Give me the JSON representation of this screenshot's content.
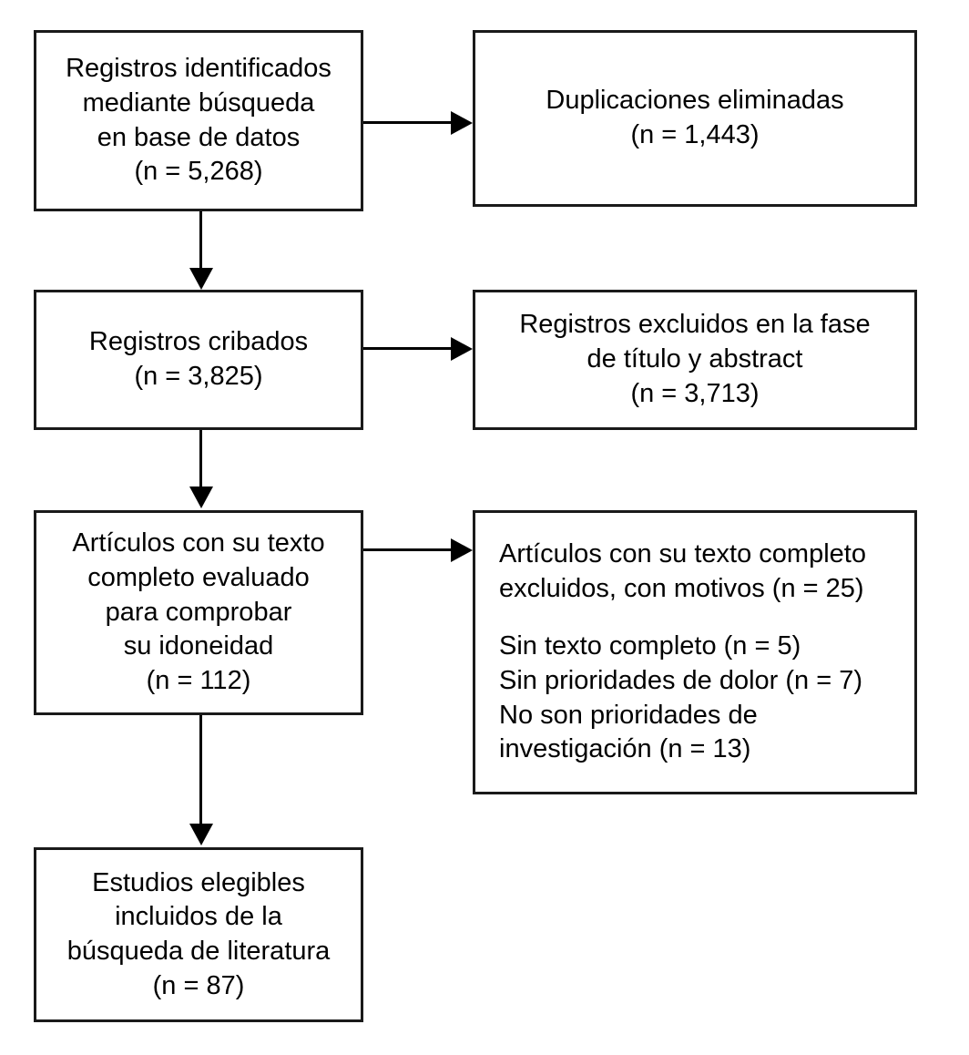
{
  "diagram": {
    "type": "prisma-flow-diagram",
    "language": "es",
    "boxes": {
      "identified": {
        "name": "records-identified",
        "lines": [
          "Registros identificados",
          "mediante búsqueda",
          "en base de datos",
          "(n = 5,268)"
        ],
        "count": 5268
      },
      "duplicates": {
        "name": "duplicates-removed",
        "lines": [
          "Duplicaciones eliminadas",
          "(n = 1,443)"
        ],
        "count": 1443
      },
      "screened": {
        "name": "records-screened",
        "lines": [
          "Registros cribados",
          "(n = 3,825)"
        ],
        "count": 3825
      },
      "excluded_title_abstract": {
        "name": "records-excluded-title-abstract",
        "lines": [
          "Registros excluidos en la fase",
          "de título y abstract",
          "(n = 3,713)"
        ],
        "count": 3713
      },
      "fulltext_assessed": {
        "name": "fulltext-assessed",
        "lines": [
          "Artículos con su texto",
          "completo evaluado",
          "para comprobar",
          "su idoneidad",
          "(n = 112)"
        ],
        "count": 112
      },
      "fulltext_excluded": {
        "name": "fulltext-excluded-with-reasons",
        "heading_lines": [
          "Artículos con su texto completo",
          "excluidos, con motivos (n = 25)"
        ],
        "count": 25,
        "reasons": [
          {
            "label": "Sin texto completo (n = 5)",
            "n": 5
          },
          {
            "label": "Sin prioridades de dolor (n = 7)",
            "n": 7
          },
          {
            "label": "No son prioridades de",
            "n": null
          },
          {
            "label": "investigación (n = 13)",
            "n": 13
          }
        ]
      },
      "included": {
        "name": "studies-included",
        "lines": [
          "Estudios elegibles",
          "incluidos de la",
          "búsqueda de literatura",
          "(n = 87)"
        ],
        "count": 87
      }
    },
    "connectors": [
      {
        "name": "identified-to-duplicates",
        "direction": "right"
      },
      {
        "name": "identified-to-screened",
        "direction": "down"
      },
      {
        "name": "screened-to-excluded",
        "direction": "right"
      },
      {
        "name": "screened-to-fulltext",
        "direction": "down"
      },
      {
        "name": "fulltext-to-excluded",
        "direction": "right"
      },
      {
        "name": "fulltext-to-included",
        "direction": "down"
      }
    ],
    "colors": {
      "border": "#1a1a1a",
      "text": "#000000",
      "background": "#ffffff",
      "arrow": "#000000"
    }
  }
}
